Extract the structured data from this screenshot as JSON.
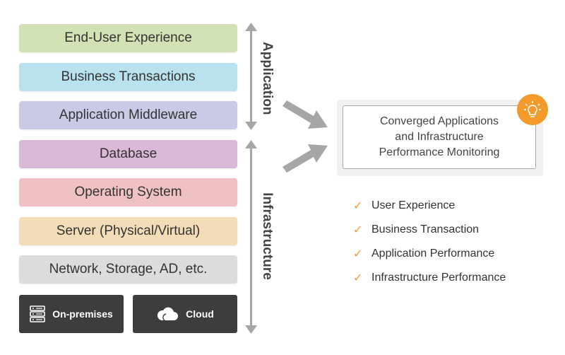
{
  "layers": [
    {
      "label": "End-User Experience",
      "color": "#d3e2b4"
    },
    {
      "label": "Business Transactions",
      "color": "#b9e1ee"
    },
    {
      "label": "Application Middleware",
      "color": "#c9cbe6"
    },
    {
      "label": "Database",
      "color": "#dab8d8"
    },
    {
      "label": "Operating System",
      "color": "#efc1c2"
    },
    {
      "label": "Server (Physical/Virtual)",
      "color": "#f3dcb8"
    },
    {
      "label": "Network, Storage, AD, etc.",
      "color": "#dcdcdc"
    }
  ],
  "environments": [
    {
      "label": "On-premises",
      "icon": "server-icon"
    },
    {
      "label": "Cloud",
      "icon": "cloud-icon"
    }
  ],
  "axis_labels": {
    "application": "Application",
    "infrastructure": "Infrastructure"
  },
  "card": {
    "title_lines": [
      "Converged Applications",
      "and Infrastructure",
      "Performance Monitoring"
    ],
    "icon": "lightbulb-icon"
  },
  "benefits": [
    "User Experience",
    "Business Transaction",
    "Application Performance",
    "Infrastructure Performance"
  ],
  "colors": {
    "accent": "#f39a2b",
    "dark_box": "#3d3d3d",
    "arrow": "#a6a6a6"
  }
}
